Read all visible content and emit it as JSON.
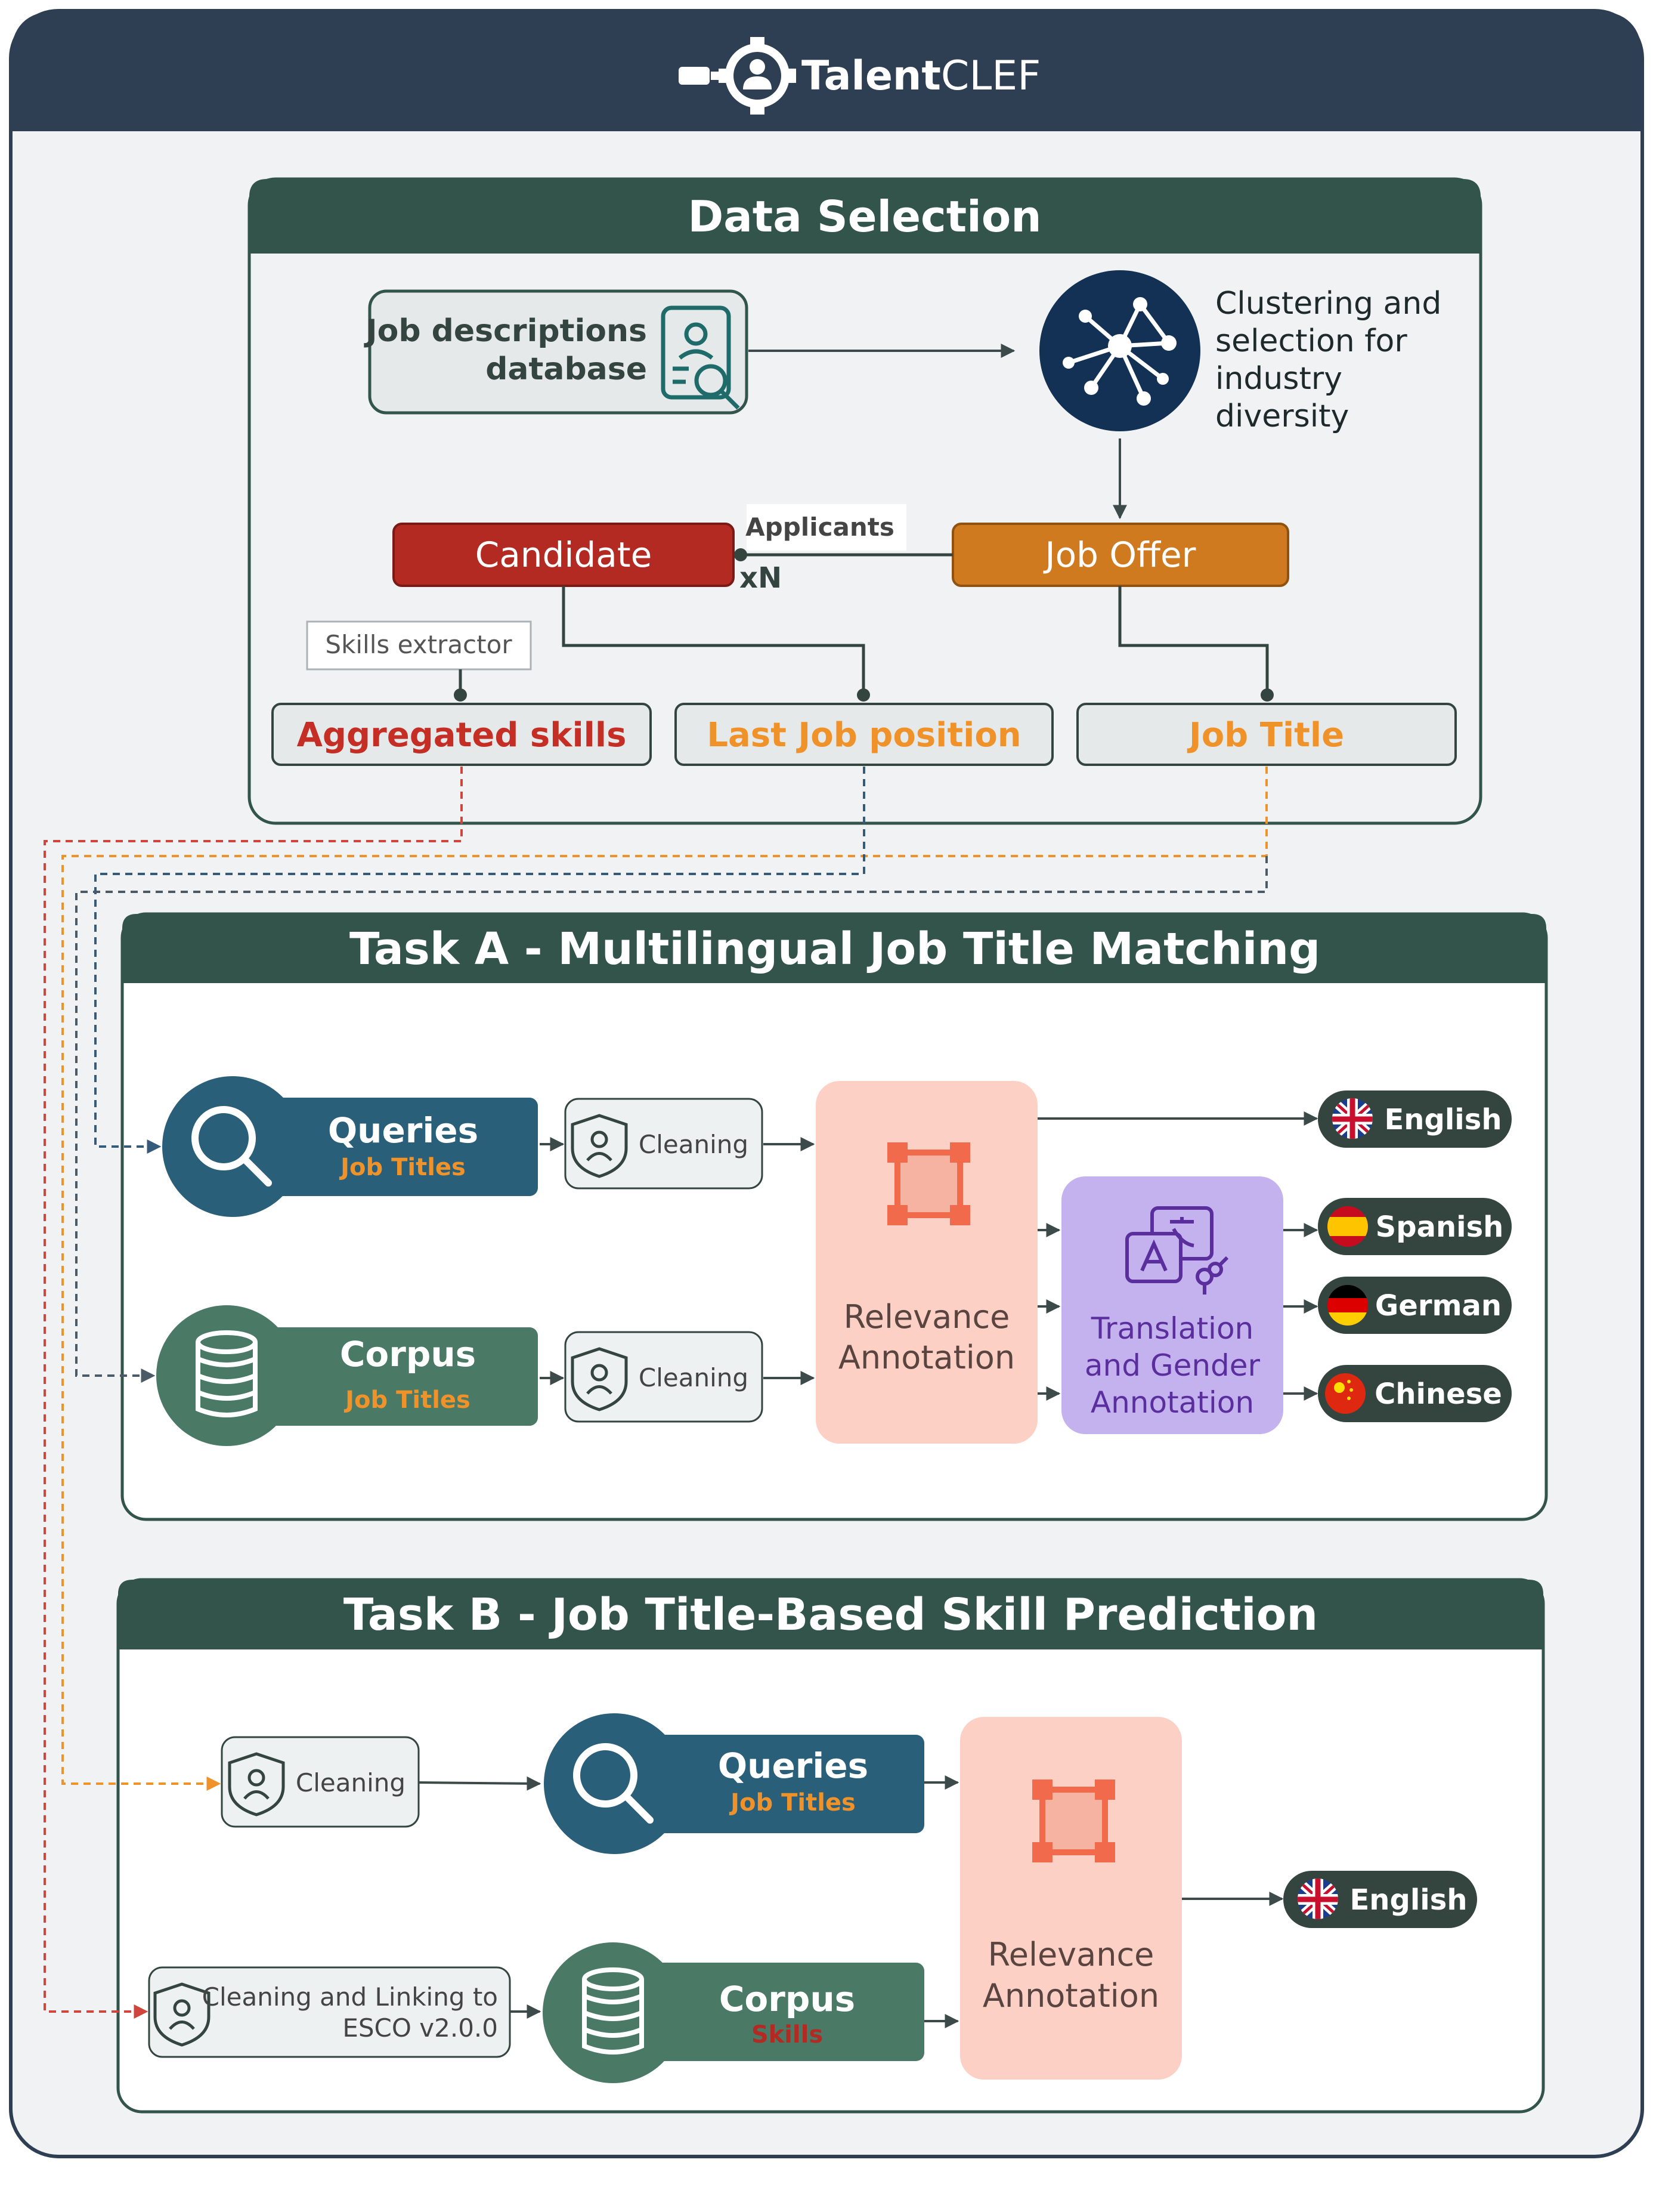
{
  "brand": {
    "name_bold": "Talent",
    "name_light": "CLEF"
  },
  "data_selection": {
    "title": "Data Selection",
    "job_db_line1": "Job descriptions",
    "job_db_line2": "database",
    "clustering_line1": "Clustering and",
    "clustering_line2": "selection for",
    "clustering_line3": "industry",
    "clustering_line4": "diversity",
    "applicants": "Applicants",
    "multiplicity": "xN",
    "candidate": "Candidate",
    "job_offer": "Job Offer",
    "skills_extractor": "Skills extractor",
    "aggregated_skills": "Aggregated skills",
    "last_job_position": "Last Job position",
    "job_title": "Job Title"
  },
  "task_a": {
    "title": "Task A - Multilingual Job Title Matching",
    "queries": "Queries",
    "queries_sub": "Job Titles",
    "corpus": "Corpus",
    "corpus_sub": "Job Titles",
    "cleaning_top": "Cleaning",
    "cleaning_bottom": "Cleaning",
    "relevance_line1": "Relevance",
    "relevance_line2": "Annotation",
    "translation_line1": "Translation",
    "translation_line2": "and Gender",
    "translation_line3": "Annotation",
    "languages": [
      "English",
      "Spanish",
      "German",
      "Chinese"
    ]
  },
  "task_b": {
    "title": "Task B - Job Title-Based Skill Prediction",
    "cleaning": "Cleaning",
    "cleaning_linking_line1": "Cleaning and Linking to",
    "cleaning_linking_line2": "ESCO v2.0.0",
    "queries": "Queries",
    "queries_sub": "Job Titles",
    "corpus": "Corpus",
    "corpus_sub": "Skills",
    "relevance_line1": "Relevance",
    "relevance_line2": "Annotation",
    "language": "English"
  },
  "colors": {
    "header_bg": "#2e3e53",
    "section_header": "#33544b",
    "candidate": "#b22a22",
    "job_offer": "#cf7a1e",
    "queries": "#2a5f7a",
    "corpus": "#4a7a66",
    "relevance_bg": "#fcd0c4",
    "relevance_icon": "#f16a4c",
    "translation_bg": "#c4b2ef",
    "translation_ink": "#5b2e9e",
    "red_text": "#c42e25",
    "orange_text": "#f0922a",
    "pill": "#34453f"
  }
}
